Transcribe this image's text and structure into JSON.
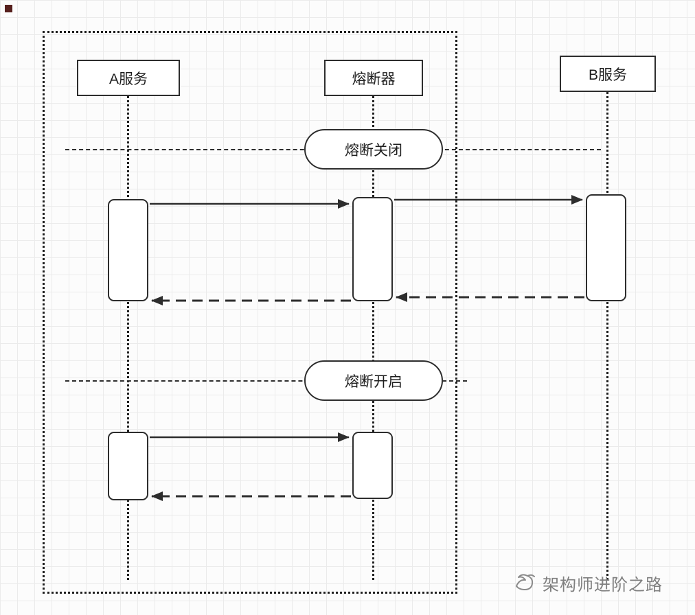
{
  "diagram": {
    "actors": [
      {
        "id": "service-a",
        "label": "A服务"
      },
      {
        "id": "circuit-breaker",
        "label": "熔断器"
      },
      {
        "id": "service-b",
        "label": "B服务"
      }
    ],
    "phases": [
      {
        "id": "breaker-closed",
        "label": "熔断关闭"
      },
      {
        "id": "breaker-open",
        "label": "熔断开启"
      }
    ],
    "colors": {
      "line": "#2d2d2d",
      "grid": "#ebebeb",
      "background": "#fcfcfc",
      "box_fill": "#ffffff",
      "watermark_text": "#7f7f7f",
      "corner_marker": "#56201d"
    }
  },
  "watermark": {
    "text": "架构师进阶之路"
  }
}
